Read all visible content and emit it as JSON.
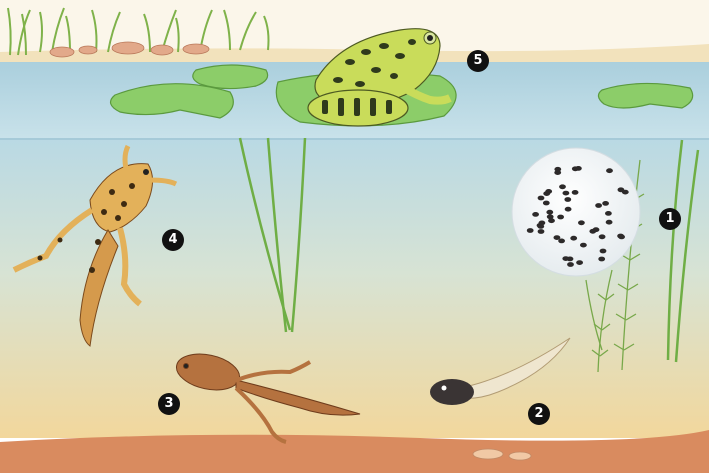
{
  "stages": [
    {
      "number": "1",
      "name": "frogspawn"
    },
    {
      "number": "2",
      "name": "young-tadpole"
    },
    {
      "number": "3",
      "name": "tadpole-with-legs"
    },
    {
      "number": "4",
      "name": "froglet"
    },
    {
      "number": "5",
      "name": "adult-frog"
    }
  ],
  "colors": {
    "water_top": "#b9d9e4",
    "water_bottom": "#f2d79c",
    "bed": "#d98b5f",
    "shore": "#f2e2bc",
    "lily_pad": "#8ccd69",
    "frog_body": "#c9dc5a",
    "frog_spots": "#2f3a1c",
    "tadpole": "#b5723f"
  }
}
